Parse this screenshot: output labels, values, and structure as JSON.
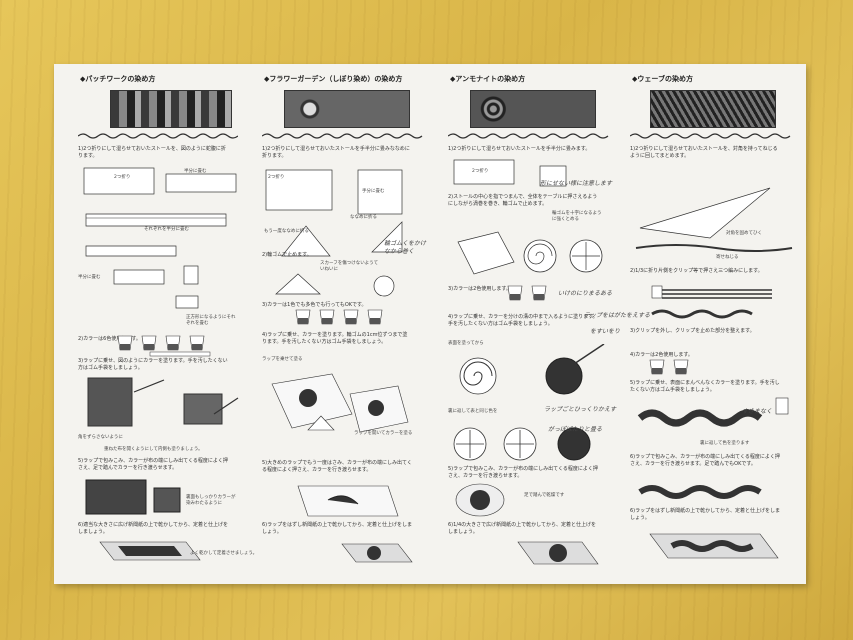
{
  "titles": {
    "patchwork": "◆パッチワークの染め方",
    "flower": "◆フラワーガーデン（しぼり染め）の染め方",
    "ammonite": "◆アンモナイトの染め方",
    "wave": "◆ウェーブの染め方"
  },
  "patchwork": {
    "s1": "1)2つ折りにして湿らせておいたストールを、図のように蛇腹に折ります。",
    "c_two": "2つ折り",
    "c_half1": "半分に畳む",
    "c_half2": "それぞれを半分に畳む",
    "c_half3": "半分に畳む",
    "c_zig": "正方形になるようにそれぞれを畳む",
    "s2": "2)カラーは6色使用します。",
    "s3": "3)ラップに乗せ、図のようにカラーを塗ります。手を汚したくない方はゴム手袋をしましょう。",
    "c_back": "角をずらさないように",
    "c_both": "重ねた布を開くようにして内側も塗りましょう。",
    "s5": "5)ラップで包みこみ、カラーが布の端にしみ出てくる程度によく押さえ、足で踏んでカラーを行き渡らせます。",
    "c_check": "裏面もしっかりカラーが染みわたるように",
    "s6": "6)適当な大きさに広げ新聞紙の上で乾かしてから、定着と仕上げをしましょう。",
    "c_dry": "よく乾かして定着させましょう。"
  },
  "flower": {
    "s1": "1)2つ折りにして湿らせておいたストールを手半分に畳みななめに折ります。",
    "c_two": "2つ折り",
    "c_half": "手分に畳む",
    "c_diag": "ななめに折る",
    "c_more": "もう一度ななめに折る",
    "s2": "2)輪ゴムで止めます。",
    "c_rubber": "スカーフを傷つけないようていねいに",
    "s3": "3)カラーは1色でも多色でも行ってもOKです。",
    "s4": "4)ラップに乗せ、カラーを塗ります。輪ゴムの1cm位ずつまで塗ります。手を汚したくない方はゴム手袋をしましょう。",
    "c_wrap": "ラップを乗せて塗る",
    "c_wrap2": "ラップを開いてカラーを塗る",
    "s5": "5)大きめのラップでもう一度はさみ、カラーが布の端にしみ出てくる程度によく押さえ、カラーを行き渡らせます。",
    "s6": "6)ラップをはずし新聞紙の上で乾かしてから、定着と仕上げをしましょう。"
  },
  "ammonite": {
    "s1": "1)2つ折りにして湿らせておいたストールを手半分に畳みます。",
    "c_two": "2つ折り",
    "s2": "2)ストールの中心を指でつまんで、全体をテーブルに押さえるようにしながら渦巻を巻き、輪ゴムで止めます。",
    "c_rubber": "輪ゴムを十字になるように強くとめる",
    "s3": "3)カラーは2色使用します。",
    "s4": "4)ラップに乗せ、カラーを分けの溝の中まで入るように塗ります。手を汚したくない方はゴム手袋をしましょう。",
    "c_front": "表面を塗ってから",
    "c_back": "裏に返して表と同じ色を",
    "s5": "5)ラップで包みこみ、カラーが布の端にしみ出てくる程度によく押さえ、カラーを行き渡らせます。",
    "c_foot": "足で踏んで乾燥です",
    "s6": "6)1/4の大きさで広げ新聞紙の上で乾かしてから、定着と仕上げをしましょう。"
  },
  "wave": {
    "s1": "1)2つ折りにして湿らせておいたストールを、対角を持ってねじるように回してまとめます。",
    "c_pull": "対角を固めてひく",
    "c_twist": "寄せねじる",
    "s2": "2)1/3に折り片側をクリップ等で押さえ三つ編みにします。",
    "s3": "3)クリップを外し、クリップを止めた部分を整えます。",
    "s4": "4)カラーは2色使用します。",
    "s5": "5)ラップに乗せ、表面にまんべんなくカラーを塗ります。手を汚したくない方はゴム手袋をしましょう。",
    "c_back": "裏に返して色を塗ります",
    "s6": "6)ラップで包みこみ、カラーが布の端にしみ出てくる程度によく押さえ、カラーを行き渡らせます。足で踏んでもOKです。",
    "s7": "6)ラップをはずし新聞紙の上で乾かしてから、定着と仕上げをしましょう。"
  },
  "handwritten": {
    "h1": "輪ゴムくをかけ\nなから巻く",
    "h2": "形にせない様に注意します",
    "h3": "いけのにりまるある",
    "h4": "テップをはがたをえする",
    "h5": "をすいをり",
    "h6": "ラップごとひっくりかえす",
    "h7": "がっぽぱたりと畳る",
    "h8": "すきまなく"
  }
}
